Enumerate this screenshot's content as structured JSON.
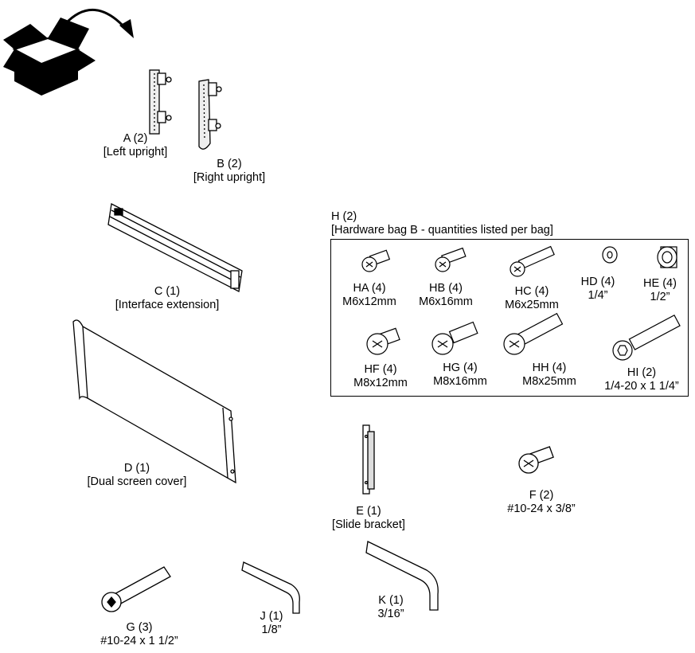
{
  "parts": {
    "a": {
      "name": "A (2)",
      "desc": "[Left upright]"
    },
    "b": {
      "name": "B (2)",
      "desc": "[Right upright]"
    },
    "c": {
      "name": "C (1)",
      "desc": "[Interface extension]"
    },
    "d": {
      "name": "D (1)",
      "desc": "[Dual screen cover]"
    },
    "e": {
      "name": "E (1)",
      "desc": "[Slide bracket]"
    },
    "f": {
      "name": "F (2)",
      "desc": "#10-24 x 3/8”"
    },
    "g": {
      "name": "G (3)",
      "desc": "#10-24 x 1 1/2”"
    },
    "j": {
      "name": "J (1)",
      "desc": "1/8”"
    },
    "k": {
      "name": "K (1)",
      "desc": "3/16”"
    }
  },
  "hardware_bag": {
    "title": "H (2)",
    "subtitle": "[Hardware bag B - quantities listed per bag]",
    "items": [
      {
        "name": "HA (4)",
        "size": "M6x12mm"
      },
      {
        "name": "HB (4)",
        "size": "M6x16mm"
      },
      {
        "name": "HC (4)",
        "size": "M6x25mm"
      },
      {
        "name": "HD (4)",
        "size": "1/4”"
      },
      {
        "name": "HE (4)",
        "size": "1/2”"
      },
      {
        "name": "HF (4)",
        "size": "M8x12mm"
      },
      {
        "name": "HG (4)",
        "size": "M8x16mm"
      },
      {
        "name": "HH (4)",
        "size": "M8x25mm"
      },
      {
        "name": "HI (2)",
        "size": "1/4-20 x 1 1/4”"
      }
    ]
  },
  "icons": {
    "unbox": "open-box-icon"
  }
}
